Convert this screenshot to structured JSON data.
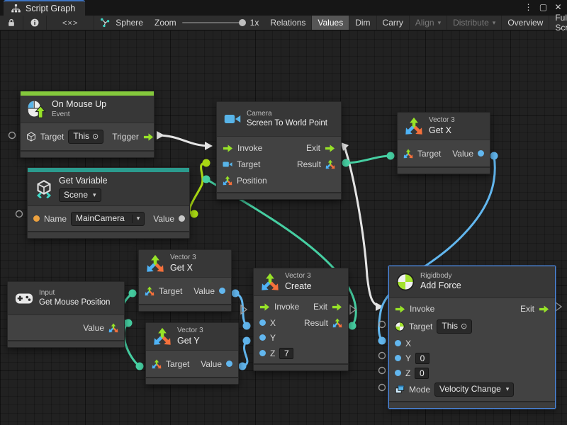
{
  "tab": {
    "title": "Script Graph"
  },
  "toolbar": {
    "graph_target": "Sphere",
    "zoom_label": "Zoom",
    "zoom_value": "1x",
    "relations": "Relations",
    "values": "Values",
    "dim": "Dim",
    "carry": "Carry",
    "align": "Align",
    "distribute": "Distribute",
    "overview": "Overview",
    "fullscreen": "Full Screen"
  },
  "colors": {
    "selection_blue": "#4b84d8",
    "flow_green": "#97e228",
    "event_bar_green": "#84c93c",
    "variable_bar_teal": "#2b9b8e",
    "vector_wire_teal": "#46cfa2",
    "object_wire_lime": "#a8d813",
    "float_port_blue": "#62b7ef",
    "string_port_orange": "#eca13f"
  },
  "nodes": {
    "on_mouse_up": {
      "title": "On Mouse Up",
      "kind": "Event",
      "ports": {
        "target": "Target",
        "target_value": "This",
        "trigger": "Trigger"
      }
    },
    "get_variable": {
      "title": "Get Variable",
      "scope": "Scene",
      "ports": {
        "name": "Name",
        "name_value": "MainCamera",
        "value": "Value"
      }
    },
    "camera": {
      "kind": "Camera",
      "title": "Screen To World Point",
      "ports": {
        "invoke": "Invoke",
        "exit": "Exit",
        "target": "Target",
        "result": "Result",
        "position": "Position"
      }
    },
    "get_x_top": {
      "kind": "Vector 3",
      "title": "Get X",
      "ports": {
        "target": "Target",
        "value": "Value"
      }
    },
    "get_mouse_position": {
      "kind": "Input",
      "title": "Get Mouse Position",
      "ports": {
        "value": "Value"
      }
    },
    "get_x_mid": {
      "kind": "Vector 3",
      "title": "Get X",
      "ports": {
        "target": "Target",
        "value": "Value"
      }
    },
    "get_y": {
      "kind": "Vector 3",
      "title": "Get Y",
      "ports": {
        "target": "Target",
        "value": "Value"
      }
    },
    "create": {
      "kind": "Vector 3",
      "title": "Create",
      "ports": {
        "invoke": "Invoke",
        "exit": "Exit",
        "x": "X",
        "result": "Result",
        "y": "Y",
        "z": "Z",
        "z_value": "7"
      }
    },
    "add_force": {
      "kind": "Rigidbody",
      "title": "Add Force",
      "ports": {
        "invoke": "Invoke",
        "exit": "Exit",
        "target": "Target",
        "target_value": "This",
        "x": "X",
        "y": "Y",
        "y_value": "0",
        "z": "Z",
        "z_value": "0",
        "mode": "Mode",
        "mode_value": "Velocity Change"
      }
    }
  }
}
